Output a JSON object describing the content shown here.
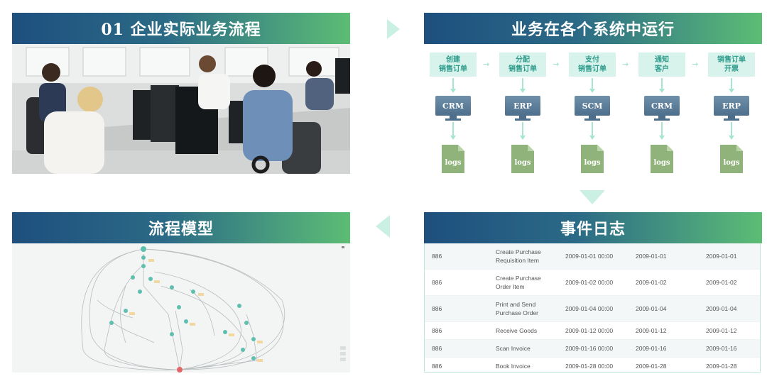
{
  "titles": {
    "top_left": "01 企业实际业务流程",
    "top_right": "业务在各个系统中运行",
    "bottom_left": "流程模型",
    "bottom_right": "事件日志"
  },
  "flow": {
    "steps": [
      {
        "line1": "创建",
        "line2": "销售订单",
        "system": "CRM",
        "doc": "logs"
      },
      {
        "line1": "分配",
        "line2": "销售订单",
        "system": "ERP",
        "doc": "logs"
      },
      {
        "line1": "支付",
        "line2": "销售订单",
        "system": "SCM",
        "doc": "logs"
      },
      {
        "line1": "通知",
        "line2": "客户",
        "system": "CRM",
        "doc": "logs"
      },
      {
        "line1": "销售订单",
        "line2": "开票",
        "system": "ERP",
        "doc": "logs"
      }
    ]
  },
  "event_log": {
    "rows": [
      {
        "case": "886",
        "activity": "Create Purchase Requisition Item",
        "timestamp": "2009-01-01 00:00",
        "start": "2009-01-01",
        "end": "2009-01-01"
      },
      {
        "case": "886",
        "activity": "Create Purchase Order Item",
        "timestamp": "2009-01-02 00:00",
        "start": "2009-01-02",
        "end": "2009-01-02"
      },
      {
        "case": "886",
        "activity": "Print and Send Purchase Order",
        "timestamp": "2009-01-04 00:00",
        "start": "2009-01-04",
        "end": "2009-01-04"
      },
      {
        "case": "886",
        "activity": "Receive Goods",
        "timestamp": "2009-01-12 00:00",
        "start": "2009-01-12",
        "end": "2009-01-12"
      },
      {
        "case": "886",
        "activity": "Scan Invoice",
        "timestamp": "2009-01-16 00:00",
        "start": "2009-01-16",
        "end": "2009-01-16"
      },
      {
        "case": "886",
        "activity": "Book Invoice",
        "timestamp": "2009-01-28 00:00",
        "start": "2009-01-28",
        "end": "2009-01-28"
      }
    ]
  },
  "colors": {
    "banner_start": "#1e4f7e",
    "banner_end": "#5cbd74",
    "step_bg": "#d7f3ec",
    "arrow": "#c9f0e2",
    "monitor": "#5a7d99",
    "log_doc": "#8fb37a"
  },
  "icons": [
    "monitor-icon",
    "log-document-icon",
    "arrow-right-icon",
    "arrow-down-icon",
    "arrow-left-icon"
  ]
}
